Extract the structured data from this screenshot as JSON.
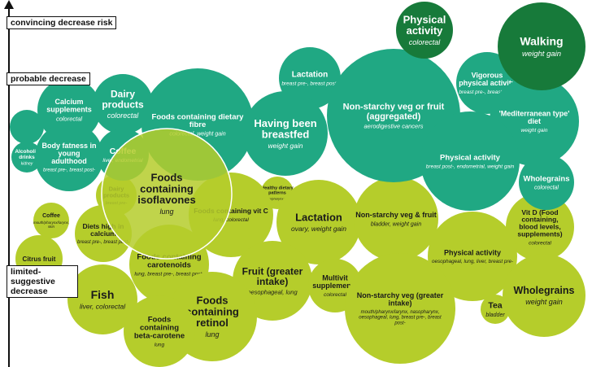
{
  "levels": {
    "convincing": "convincing decrease risk",
    "probable": "probable decrease",
    "limited": "limited-suggestive decrease"
  },
  "colors": {
    "convincing": "#177a3a",
    "probable": "#20a883",
    "limited": "#b5cd2b",
    "text_white": "#ffffff",
    "text_dark": "#1a1a1a"
  },
  "bubbles": [
    {
      "id": "physical-activity-colorectal",
      "title": "Physical activity",
      "sub": "colorectal",
      "level": "convincing"
    },
    {
      "id": "walking",
      "title": "Walking",
      "sub": "weight gain",
      "level": "convincing"
    },
    {
      "id": "lactation-breast",
      "title": "Lactation",
      "sub": "breast pre-, breast post-",
      "level": "probable"
    },
    {
      "id": "non-starchy-aggregated",
      "title": "Non-starchy veg or fruit (aggregated)",
      "sub": "aerodigestive cancers",
      "level": "probable"
    },
    {
      "id": "vigorous-activity",
      "title": "Vigorous physical activity",
      "sub": "breast pre-, breast post-",
      "level": "probable"
    },
    {
      "id": "mediterranean",
      "title": "'Mediterranean type' diet",
      "sub": "weight gain",
      "level": "probable"
    },
    {
      "id": "calcium-supplements",
      "title": "Calcium supplements",
      "sub": "colorectal",
      "level": "probable"
    },
    {
      "id": "dairy-products",
      "title": "Dairy products",
      "sub": "colorectal",
      "level": "probable"
    },
    {
      "id": "dietary-fibre",
      "title": "Foods containing dietary fibre",
      "sub": "colorectal, weight gain",
      "level": "probable"
    },
    {
      "id": "breastfed",
      "title": "Having been breastfed",
      "sub": "weight gain",
      "level": "probable"
    },
    {
      "id": "physical-activity-breast",
      "title": "Physical activity",
      "sub": "breast post-, endometrial, weight gain",
      "level": "probable"
    },
    {
      "id": "wholegrains-colorectal",
      "title": "Wholegrains",
      "sub": "colorectal",
      "level": "probable"
    },
    {
      "id": "small-probable",
      "title": "",
      "sub": "",
      "level": "probable"
    },
    {
      "id": "alcoholic-drinks",
      "title": "Alcoholic drinks",
      "sub": "kidney",
      "level": "probable"
    },
    {
      "id": "body-fatness",
      "title": "Body fatness in young adulthood",
      "sub": "breast pre-, breast post-",
      "level": "probable"
    },
    {
      "id": "coffee-liver",
      "title": "Coffee",
      "sub": "liver, endometrial",
      "level": "probable"
    },
    {
      "id": "isoflavones",
      "title": "Foods containing isoflavones",
      "sub": "lung",
      "level": "limited"
    },
    {
      "id": "dairy-breast",
      "title": "Dairy products",
      "sub": "breast pre-",
      "level": "limited"
    },
    {
      "id": "healthy-patterns",
      "title": "Healthy dietary patterns",
      "sub": "mouth/pharynx/larynx",
      "level": "limited"
    },
    {
      "id": "vit-c",
      "title": "Foods containing vit C",
      "sub": "lung, colorectal",
      "level": "limited"
    },
    {
      "id": "lactation-ovary",
      "title": "Lactation",
      "sub": "ovary, weight gain",
      "level": "limited"
    },
    {
      "id": "non-starchy-veg-fruit",
      "title": "Non-starchy veg & fruit",
      "sub": "bladder, weight gain",
      "level": "limited"
    },
    {
      "id": "vit-d",
      "title": "Vit D (Food containing, blood levels, supplements)",
      "sub": "colorectal",
      "level": "limited"
    },
    {
      "id": "coffee-mouth",
      "title": "Coffee",
      "sub": "mouth/pharynx/larynx, skin",
      "level": "limited"
    },
    {
      "id": "calcium-diets",
      "title": "Diets high in calcium",
      "sub": "breast pre-, breast post-",
      "level": "limited"
    },
    {
      "id": "citrus-fruit",
      "title": "Citrus fruit",
      "sub": "",
      "level": "limited"
    },
    {
      "id": "carotenoids",
      "title": "Foods containing carotenoids",
      "sub": "lung, breast pre-, breast post-",
      "level": "limited"
    },
    {
      "id": "physical-activity-oeso",
      "title": "Physical activity",
      "sub": "oesophageal, lung, liver, breast pre-",
      "level": "limited"
    },
    {
      "id": "fruit-greater",
      "title": "Fruit (greater intake)",
      "sub": "oesophageal, lung",
      "level": "limited"
    },
    {
      "id": "multivit",
      "title": "Multivit supplements",
      "sub": "colorectal",
      "level": "limited"
    },
    {
      "id": "fish",
      "title": "Fish",
      "sub": "liver, colorectal",
      "level": "limited"
    },
    {
      "id": "retinol",
      "title": "Foods containing retinol",
      "sub": "lung",
      "level": "limited"
    },
    {
      "id": "non-starchy-greater",
      "title": "Non-starchy veg (greater intake)",
      "sub": "mouth/pharynx/larynx, nasopharynx, oesophageal, lung, breast pre-, breast post-",
      "level": "limited"
    },
    {
      "id": "wholegrains-weight",
      "title": "Wholegrains",
      "sub": "weight gain",
      "level": "limited"
    },
    {
      "id": "tea",
      "title": "Tea",
      "sub": "bladder",
      "level": "limited"
    },
    {
      "id": "beta-carotene",
      "title": "Foods containing beta-carotene",
      "sub": "lung",
      "level": "limited"
    }
  ]
}
